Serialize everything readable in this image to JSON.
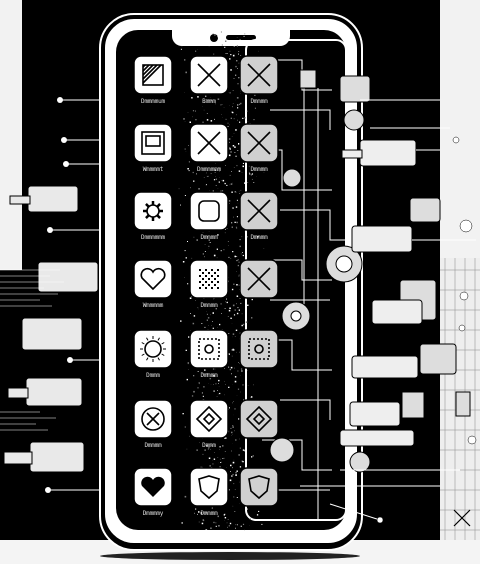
{
  "artwork": {
    "style": "black-and-white ink illustration",
    "palette": {
      "ink": "#000000",
      "paper": "#ffffff",
      "mid": "#8a8a8a"
    },
    "subject": [
      "smartphone",
      "app-icon-grid",
      "circuit-board",
      "mechanical-cylinders",
      "grid-panel"
    ]
  },
  "phone": {
    "left_column_labels": [
      "Dmmmmum",
      "Wmmmmt",
      "Dmmmmmm",
      "Wmmmmm",
      "Dmmm",
      "Dmmmm",
      "Dmmmmy"
    ],
    "middle_column_labels": [
      "Bmmm",
      "Dmmmmmm",
      "Dmmmm",
      "Dmmmm",
      "Dmmmm",
      "Dmmm",
      "Dmmmm"
    ],
    "right_column_labels": [
      "Dmmmm",
      "Dmmmm",
      "Dmmmm",
      "",
      "",
      "",
      ""
    ],
    "left_icons": [
      "crosshatch-square-icon",
      "window-square-icon",
      "gear-icon",
      "heart-icon",
      "sun-icon",
      "x-circle-icon",
      "heart-filled-icon"
    ],
    "middle_icons": [
      "x-square-icon",
      "x-square-icon",
      "rounded-square-icon",
      "dotted-square-icon",
      "pattern-square-icon",
      "diamond-icon",
      "shield-icon"
    ]
  }
}
